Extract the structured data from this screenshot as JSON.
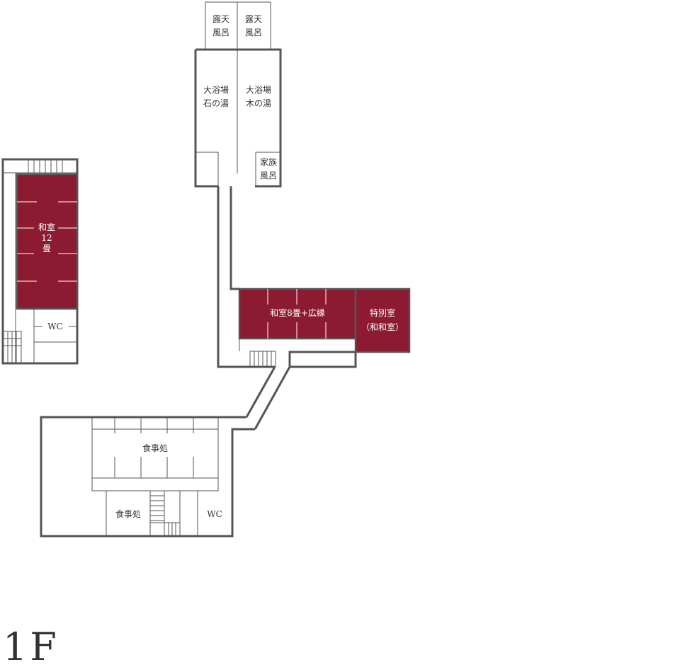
{
  "floor_label": "1F",
  "colors": {
    "wall": "#555555",
    "room_highlight": "#8c1a30",
    "background": "#ffffff"
  },
  "rooms": {
    "rotenburo_left": [
      "露天",
      "風呂"
    ],
    "rotenburo_right": [
      "露天",
      "風呂"
    ],
    "daiyokujo_ishi": [
      "大浴場",
      "石の湯"
    ],
    "daiyokujo_ki": [
      "大浴場",
      "木の湯"
    ],
    "kazoku_buro": [
      "家族",
      "風呂"
    ],
    "washitsu_12": [
      "和室",
      "12",
      "畳"
    ],
    "wc_west": "WC",
    "washitsu_8": "和室8畳+広縁",
    "tokubetsushitsu": [
      "特別室",
      "（和和室）"
    ],
    "shokujidokoro_main": "食事処",
    "shokujidokoro_small": "食事処",
    "wc_south": "WC"
  }
}
